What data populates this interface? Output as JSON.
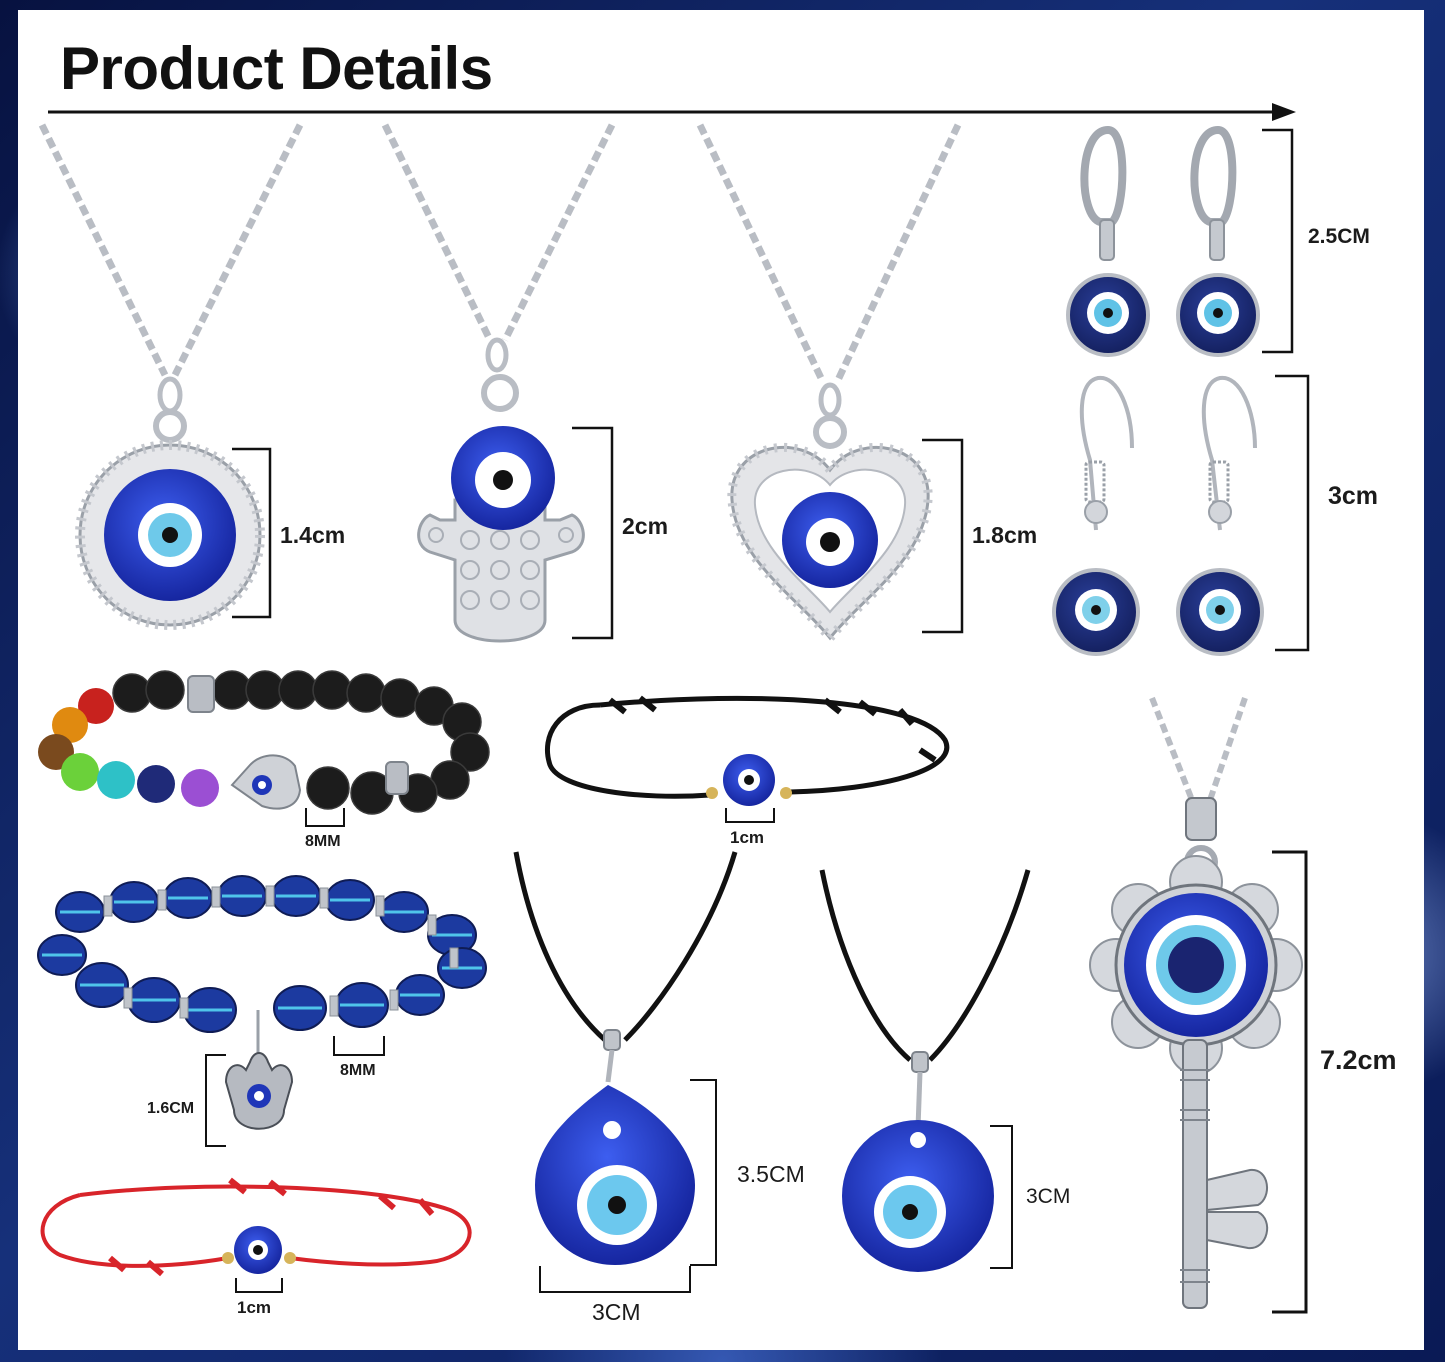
{
  "title": "Product Details",
  "colors": {
    "evil_eye_blue": "#1f36b8",
    "silver": "#c9ccd2",
    "cord_black": "#111111",
    "string_red": "#d8242a"
  },
  "products": {
    "round_pendant_necklace": {
      "size": "1.4cm"
    },
    "hamsa_pendant_necklace": {
      "size": "2cm"
    },
    "heart_pendant_necklace": {
      "size": "1.8cm"
    },
    "hoop_earrings": {
      "size": "2.5CM"
    },
    "hook_earrings": {
      "size": "3cm"
    },
    "chakra_lava_bracelet": {
      "bead_size": "8MM"
    },
    "black_string_bracelet": {
      "charm_size": "1cm"
    },
    "evil_eye_bead_bracelet": {
      "bead_size": "8MM",
      "charm_size": "1.6CM"
    },
    "red_string_bracelet": {
      "charm_size": "1cm"
    },
    "teardrop_cord_necklace": {
      "height": "3.5CM",
      "width": "3CM"
    },
    "round_cord_necklace": {
      "height": "3CM"
    },
    "key_pendant_necklace": {
      "size": "7.2cm"
    }
  }
}
